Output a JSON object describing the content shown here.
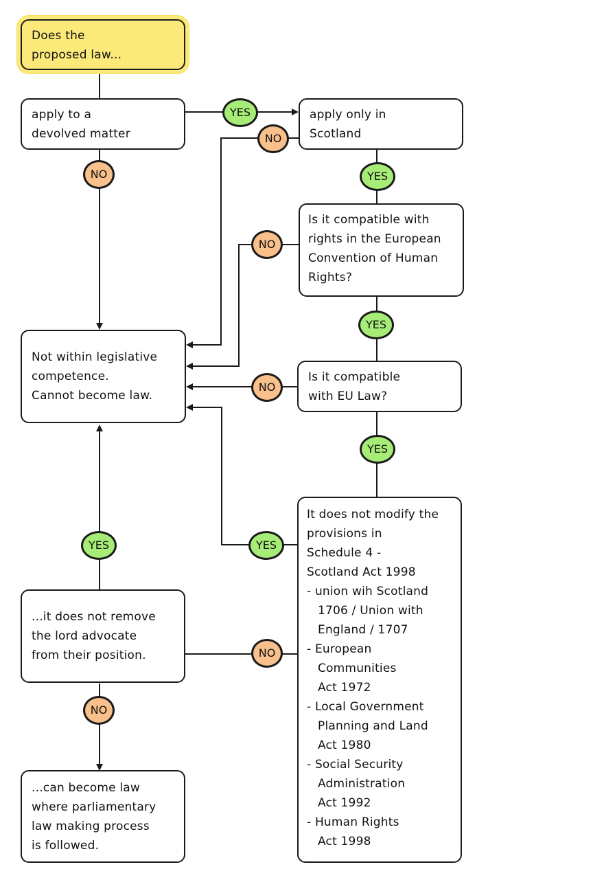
{
  "diagram": {
    "title": "Legislative competence of the Scottish Parliament",
    "colors": {
      "start_fill": "#fbe97a",
      "yes_fill": "#a6ec77",
      "no_fill": "#f9c08c",
      "stroke": "#1a1a1a"
    },
    "nodes": {
      "start": {
        "lines": [
          "Does the",
          "proposed law..."
        ]
      },
      "devolved": {
        "lines": [
          "apply to a",
          "devolved matter"
        ]
      },
      "scotland": {
        "lines": [
          "apply only in",
          "Scotland"
        ]
      },
      "echr": {
        "lines": [
          "Is it compatible with",
          "rights in the European",
          "Convention of Human",
          "Rights?"
        ]
      },
      "eu": {
        "lines": [
          "Is it compatible",
          "with EU Law?"
        ]
      },
      "not_within": {
        "lines": [
          "Not within legislative",
          "competence.",
          "Cannot become law."
        ]
      },
      "schedule": {
        "lines": [
          "It does not modify the",
          "provisions in",
          "Schedule 4 -",
          "Scotland Act 1998"
        ],
        "items": [
          {
            "lines": [
              "- union wih Scotland",
              "1706 / Union with",
              "England / 1707"
            ]
          },
          {
            "lines": [
              "- European",
              "Communities",
              "Act 1972"
            ]
          },
          {
            "lines": [
              "- Local Government",
              "Planning and Land",
              "Act 1980"
            ]
          },
          {
            "lines": [
              "- Social Security",
              "Administration",
              "Act 1992"
            ]
          },
          {
            "lines": [
              "- Human Rights",
              "Act 1998"
            ]
          }
        ]
      },
      "lord_advocate": {
        "lines": [
          "...it does not remove",
          "the lord advocate",
          "from their position."
        ]
      },
      "become_law": {
        "lines": [
          "...can become law",
          "where parliamentary",
          "law making process",
          "is followed."
        ]
      }
    },
    "labels": {
      "yes": "YES",
      "no": "NO"
    },
    "edges": [
      {
        "from": "start",
        "to": "devolved",
        "label": ""
      },
      {
        "from": "devolved",
        "to": "scotland",
        "label": "YES"
      },
      {
        "from": "devolved",
        "to": "not_within",
        "label": "NO"
      },
      {
        "from": "scotland",
        "to": "echr",
        "label": "YES"
      },
      {
        "from": "scotland",
        "to": "not_within",
        "label": "NO"
      },
      {
        "from": "echr",
        "to": "eu",
        "label": "YES"
      },
      {
        "from": "echr",
        "to": "not_within",
        "label": "NO"
      },
      {
        "from": "eu",
        "to": "schedule",
        "label": "YES"
      },
      {
        "from": "eu",
        "to": "not_within",
        "label": "NO"
      },
      {
        "from": "schedule",
        "to": "not_within",
        "label": "YES"
      },
      {
        "from": "schedule",
        "to": "lord_advocate",
        "label": "NO"
      },
      {
        "from": "lord_advocate",
        "to": "not_within",
        "label": "YES"
      },
      {
        "from": "lord_advocate",
        "to": "become_law",
        "label": "NO"
      }
    ]
  }
}
